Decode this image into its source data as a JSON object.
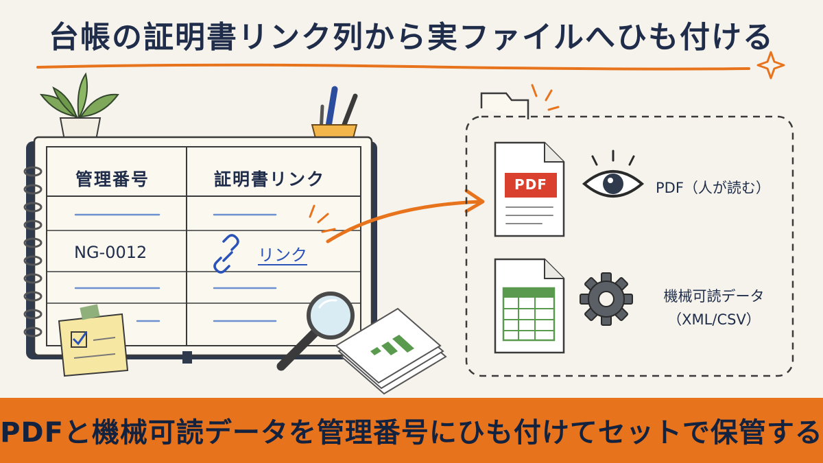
{
  "title": "台帳の証明書リンク列から実ファイルへひも付ける",
  "ledger": {
    "col1_header": "管理番号",
    "col2_header": "証明書リンク",
    "row_id": "NG-0012",
    "row_link": "リンク"
  },
  "files": {
    "pdf_badge": "PDF",
    "pdf_caption": "PDF（人が読む）",
    "data_caption_line1": "機械可読データ",
    "data_caption_line2": "（XML/CSV）"
  },
  "banner": "PDFと機械可読データを管理番号にひも付けてセットで保管する",
  "colors": {
    "accent": "#e8731d",
    "navy": "#1f2d4a",
    "link": "#2a52b8",
    "pdf_red": "#d9412e",
    "sheet_green": "#5a9a4e"
  }
}
